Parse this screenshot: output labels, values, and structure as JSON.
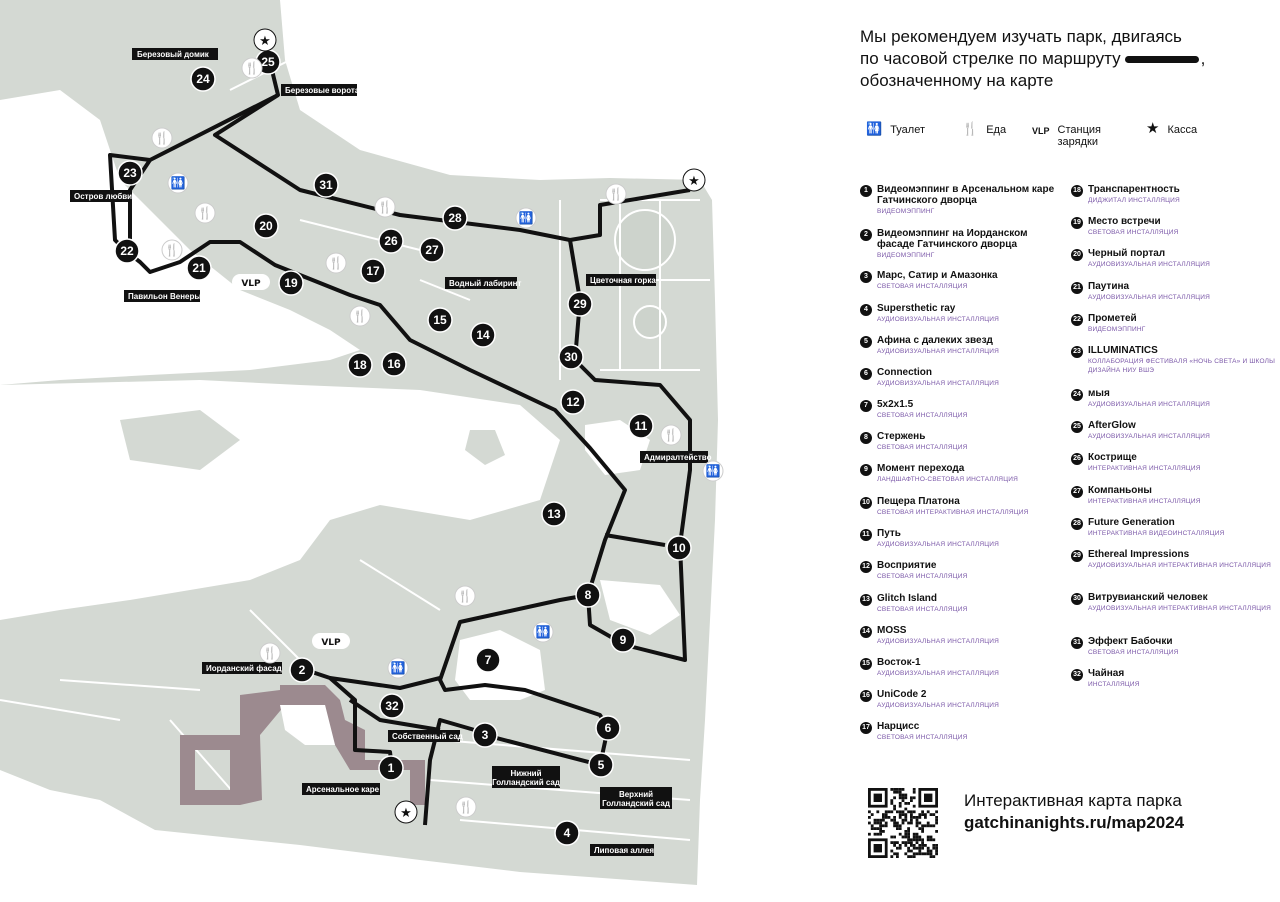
{
  "intro": {
    "line1": "Мы рекомендуем изучать парк, двигаясь",
    "line2a": "по часовой стрелке по маршруту",
    "line2b": ",",
    "line3": "обозначенному на карте"
  },
  "legend": [
    {
      "icon": "toilet-icon",
      "glyph": "🚻",
      "label": "Туалет"
    },
    {
      "icon": "food-icon",
      "glyph": "🍴",
      "label": "Еда"
    },
    {
      "icon": "charging-station-icon",
      "glyph": "VLP",
      "label": "Станция зарядки"
    },
    {
      "icon": "ticket-office-icon",
      "glyph": "★",
      "label": "Касса"
    }
  ],
  "items": [
    {
      "num": "1",
      "title": "Видеомэппинг в Арсенальном каре Гатчинского дворца",
      "type": "видеомэппинг"
    },
    {
      "num": "2",
      "title": "Видеомэппинг на Иорданском фасаде Гатчинского дворца",
      "type": "видеомэппинг"
    },
    {
      "num": "3",
      "title": "Марс, Сатир и Амазонка",
      "type": "световая инсталляция"
    },
    {
      "num": "4",
      "title": "Supersthetic ray",
      "type": "аудиовизуальная инсталляция"
    },
    {
      "num": "5",
      "title": "Афина с далеких звезд",
      "type": "аудиовизуальная инсталляция"
    },
    {
      "num": "6",
      "title": "Connection",
      "type": "аудиовизуальная инсталляция"
    },
    {
      "num": "7",
      "title": "5x2x1.5",
      "type": "световая инсталляция"
    },
    {
      "num": "8",
      "title": "Стержень",
      "type": "световая инсталляция"
    },
    {
      "num": "9",
      "title": "Момент перехода",
      "type": "ландшафтно-световая инсталляция"
    },
    {
      "num": "10",
      "title": "Пещера Платона",
      "type": "световая интерактивная инсталляция"
    },
    {
      "num": "11",
      "title": "Путь",
      "type": "аудиовизуальная инсталляция"
    },
    {
      "num": "12",
      "title": "Восприятие",
      "type": "световая инсталляция"
    },
    {
      "num": "13",
      "title": "Glitch Island",
      "type": "световая инсталляция"
    },
    {
      "num": "14",
      "title": "MOSS",
      "type": "аудиовизуальная инсталляция"
    },
    {
      "num": "15",
      "title": "Восток-1",
      "type": "аудиовизуальная инсталляция"
    },
    {
      "num": "16",
      "title": "UniCode 2",
      "type": "аудиовизуальная инсталляция"
    },
    {
      "num": "17",
      "title": "Нарцисс",
      "type": "световая инсталляция"
    },
    {
      "num": "18",
      "title": "Транспарентность",
      "type": "диджитал инсталляция"
    },
    {
      "num": "19",
      "title": "Место встречи",
      "type": "световая инсталляция"
    },
    {
      "num": "20",
      "title": "Черный портал",
      "type": "аудиовизуальная инсталляция"
    },
    {
      "num": "21",
      "title": "Паутина",
      "type": "аудиовизуальная инсталляция"
    },
    {
      "num": "22",
      "title": "Прометей",
      "type": "видеомэппинг"
    },
    {
      "num": "23",
      "title": "ILLUMINATICS",
      "type": "коллаборация фестиваля «ночь света» и школы дизайна ниу вшэ"
    },
    {
      "num": "24",
      "title": "мыя",
      "type": "аудиовизуальная инсталляция"
    },
    {
      "num": "25",
      "title": "AfterGlow",
      "type": "аудиовизуальная инсталляция"
    },
    {
      "num": "26",
      "title": "Кострище",
      "type": "интерактивная инсталляция"
    },
    {
      "num": "27",
      "title": "Компаньоны",
      "type": "интерактивная инсталляция"
    },
    {
      "num": "28",
      "title": "Future Generation",
      "type": "интерактивная видеоинсталляция"
    },
    {
      "num": "29",
      "title": "Ethereal Impressions",
      "type": "аудиовизуальная интерактивная инсталляция"
    },
    {
      "num": "30",
      "title": "Витрувианский человек",
      "type": "аудиовизуальная интерактивная инсталляция"
    },
    {
      "num": "31",
      "title": "Эффект Бабочки",
      "type": "световая инсталляция"
    },
    {
      "num": "32",
      "title": "Чайная",
      "type": "инсталляция"
    }
  ],
  "map": {
    "place_labels": [
      "Березовый домик",
      "Березовые ворота",
      "Остров любви",
      "Павильон Венеры",
      "Водный лабиринт",
      "Цветочная горка",
      "Адмиралтейство",
      "Иорданский фасад",
      "Собственный сад",
      "Арсенальное каре",
      "Нижний Голландский сад",
      "Верхний Голландский сад",
      "Липовая аллея"
    ],
    "vlp_label": "VLP",
    "colors": {
      "land": "#d4d9d3",
      "route": "#111111",
      "palace": "#9c8a8f",
      "water": "#ffffff"
    }
  },
  "qr": {
    "line1": "Интерактивная карта парка",
    "url": "gatchinanights.ru/map2024"
  }
}
